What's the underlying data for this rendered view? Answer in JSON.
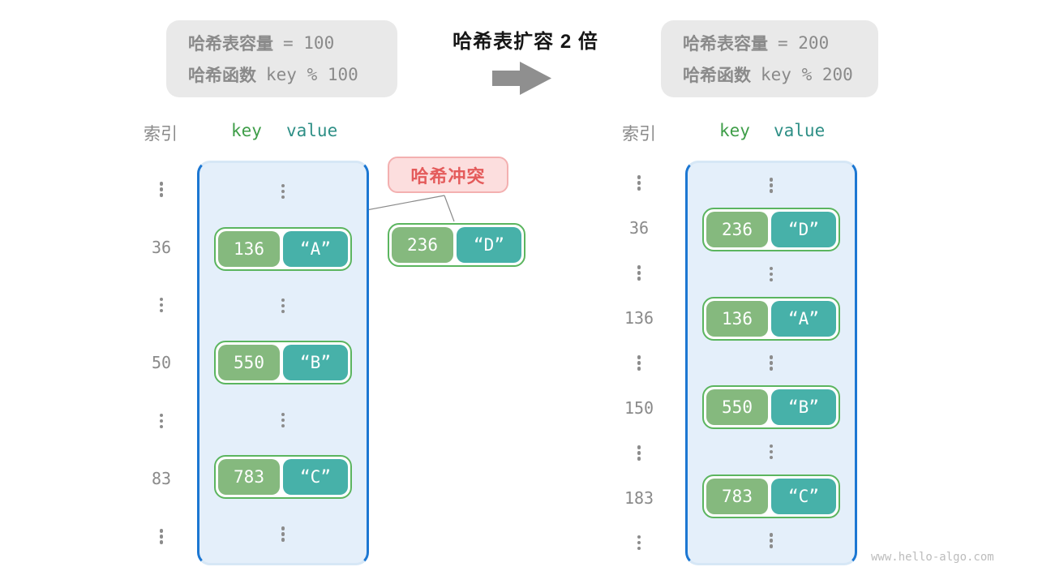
{
  "header": {
    "left_box": {
      "line1_label": "哈希表容量",
      "line1_value": "= 100",
      "line2_label": "哈希函数",
      "line2_value": "key % 100"
    },
    "right_box": {
      "line1_label": "哈希表容量",
      "line1_value": "= 200",
      "line2_label": "哈希函数",
      "line2_value": "key % 200"
    },
    "transition_title": "哈希表扩容 2 倍"
  },
  "collision": {
    "label": "哈希冲突",
    "pair": {
      "key": "236",
      "value": "“D”"
    }
  },
  "left_table": {
    "headers": {
      "index": "索引",
      "key": "key",
      "value": "value"
    },
    "rows": [
      {
        "type": "dots"
      },
      {
        "type": "pair",
        "index": "36",
        "key": "136",
        "value": "“A”"
      },
      {
        "type": "dots"
      },
      {
        "type": "pair",
        "index": "50",
        "key": "550",
        "value": "“B”"
      },
      {
        "type": "dots"
      },
      {
        "type": "pair",
        "index": "83",
        "key": "783",
        "value": "“C”"
      },
      {
        "type": "dots"
      }
    ]
  },
  "right_table": {
    "headers": {
      "index": "索引",
      "key": "key",
      "value": "value"
    },
    "rows": [
      {
        "type": "dots"
      },
      {
        "type": "pair",
        "index": "36",
        "key": "236",
        "value": "“D”"
      },
      {
        "type": "dots"
      },
      {
        "type": "pair",
        "index": "136",
        "key": "136",
        "value": "“A”"
      },
      {
        "type": "dots"
      },
      {
        "type": "pair",
        "index": "150",
        "key": "550",
        "value": "“B”"
      },
      {
        "type": "dots"
      },
      {
        "type": "pair",
        "index": "183",
        "key": "783",
        "value": "“C”"
      },
      {
        "type": "dots"
      }
    ]
  },
  "watermark": "www.hello-algo.com",
  "colors": {
    "table_border": "#1c77d2",
    "table_fill": "#e4effa",
    "pair_border": "#5bb55f",
    "key_fill": "#85b97e",
    "value_fill": "#47b1a9",
    "header_key": "#3f9e49",
    "header_value": "#2e8f86",
    "collision_text": "#e45b5b",
    "collision_fill": "#fcdede",
    "gray_text": "#8a8a8a",
    "arrow": "#8f8f8f"
  }
}
